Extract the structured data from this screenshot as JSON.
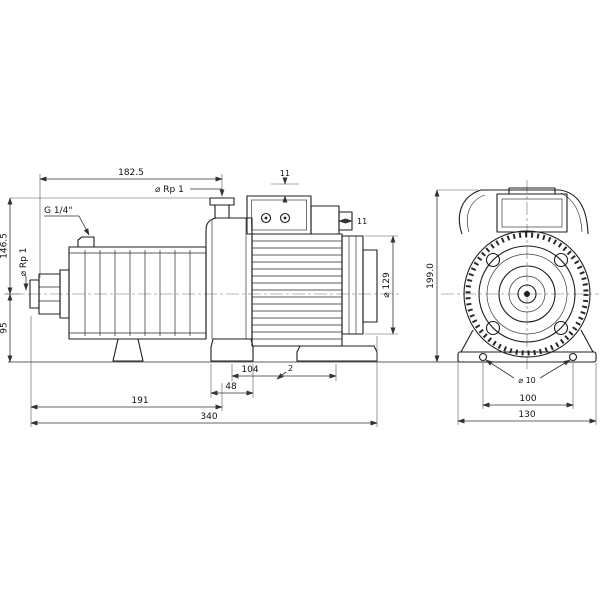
{
  "front_view": {
    "dims": {
      "top_width": "182.5",
      "port_top": "⌀ Rp 1",
      "plug": "G 1/4\"",
      "box_height": "11",
      "box_side": "11",
      "port_suction": "⌀ Rp 1",
      "height_upper": "146.5",
      "height_lower": "95",
      "motor_diameter": "⌀ 129",
      "foot_spacing": "104",
      "foot_width": "48",
      "gap": "2",
      "length_feet": "191",
      "length_total": "340"
    }
  },
  "side_view": {
    "dims": {
      "height_total": "199.0",
      "hole_diameter": "⌀ 10",
      "hole_spacing": "100",
      "base_width": "130"
    }
  },
  "colors": {
    "line": "#1d1d1d",
    "dimension": "#333333",
    "background": "#ffffff"
  }
}
